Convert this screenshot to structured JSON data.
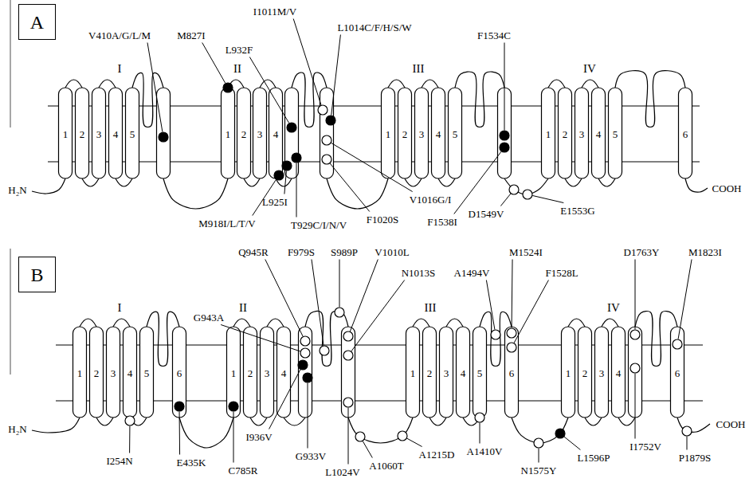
{
  "diagram": {
    "nodes": [
      {
        "text": [
          "A"
        ]
      },
      {
        "text": [
          "B"
        ]
      }
    ],
    "labels": [
      "I",
      "II",
      "III",
      "IV",
      "1",
      "2",
      "3",
      "4",
      "5",
      "1",
      "2",
      "3",
      "4",
      "1",
      "2",
      "3",
      "4",
      "5",
      "1",
      "2",
      "3",
      "4",
      "5",
      "6",
      "H₂N",
      "COOH",
      "V410A/G/L/M",
      "M827I",
      "L932F",
      "I1011M/V",
      "L1014C/F/H/S/W",
      "F1534C",
      "L925I",
      "M918I/L/T/V",
      "T929C/I/N/V",
      "V1016G/I",
      "F1020S",
      "F1538I",
      "D1549V",
      "E1553G",
      "I",
      "II",
      "III",
      "IV",
      "1",
      "2",
      "3",
      "4",
      "5",
      "6",
      "1",
      "2",
      "3",
      "4",
      "1",
      "2",
      "3",
      "4",
      "5",
      "6",
      "1",
      "2",
      "3",
      "4",
      "6",
      "H₂N",
      "COOH",
      "Q945R",
      "F979S",
      "S989P",
      "V1010L",
      "N1013S",
      "A1494V",
      "M1524I",
      "F1528L",
      "D1763Y",
      "M1823I",
      "G943A",
      "I254N",
      "E435K",
      "C785R",
      "I936V",
      "G933V",
      "L1024V",
      "A1060T",
      "A1215D",
      "A1410V",
      "N1575Y",
      "L1596P",
      "I1752V",
      "P1879S"
    ]
  }
}
